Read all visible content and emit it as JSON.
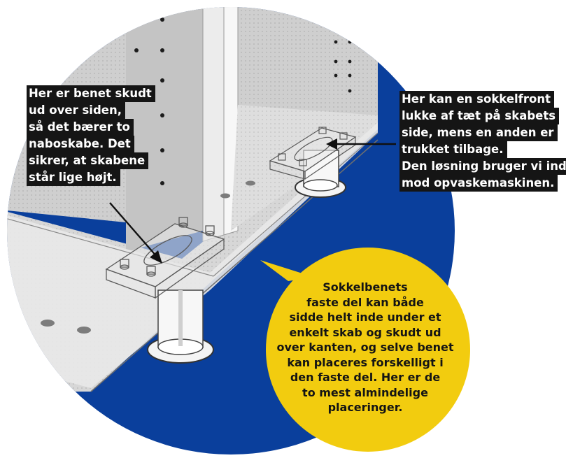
{
  "callouts": {
    "left": {
      "lines": [
        "Her er benet skudt",
        "ud over siden,",
        "så det bærer to",
        "naboskabe. Det",
        "sikrer, at skabene",
        "står lige højt."
      ]
    },
    "right": {
      "lines": [
        "Her kan en sokkelfront",
        "lukke af tæt på skabets",
        "side, mens en anden er",
        "trukket tilbage.",
        "Den løsning bruger vi ind",
        "mod opvaskemaskinen."
      ]
    }
  },
  "bubble": {
    "lines": [
      "Sokkelbenets",
      "faste del kan både",
      "sidde helt inde under et",
      "enkelt skab og skudt ud",
      "over kanten, og selve benet",
      "kan placeres forskelligt i",
      "den faste del. Her er de",
      "to mest almindelige",
      "placeringer."
    ]
  },
  "colors": {
    "floor_blue": "#0a3f9c",
    "bubble_yellow": "#f2cc0f",
    "cabinet_grey": "#d7d7d7",
    "panel_light": "#ededed",
    "label_background": "#151515"
  }
}
